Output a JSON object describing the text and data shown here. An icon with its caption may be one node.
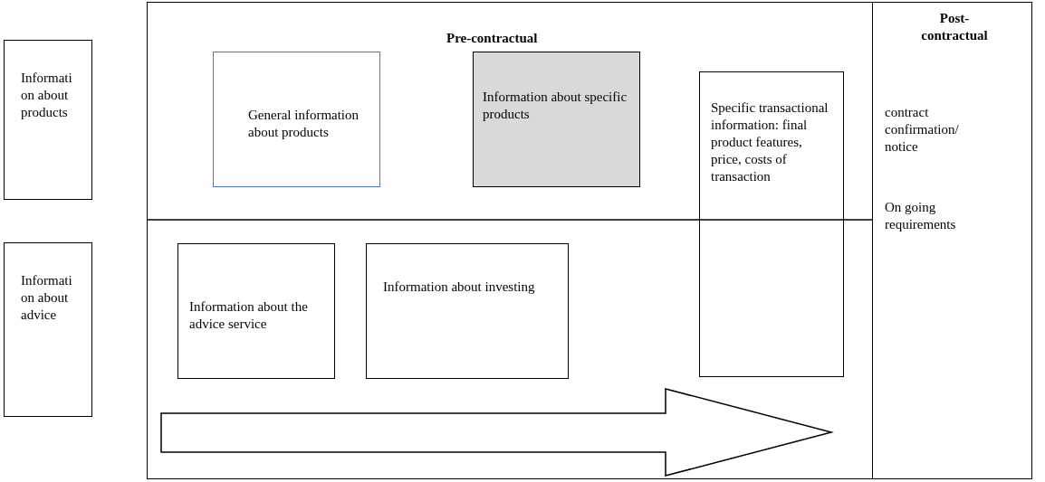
{
  "diagram": {
    "nodes": [
      {
        "text": [
          "Informati on about products"
        ]
      },
      {
        "text": [
          "Informati on about advice"
        ]
      },
      {
        "text": [
          "Pre-contractual"
        ]
      },
      {
        "text": [
          "General information about products"
        ],
        "in": 2
      },
      {
        "text": [
          "Information about specific products"
        ],
        "in": 2
      },
      {
        "text": [
          "Specific transactional information: final product features, price, costs of transaction"
        ],
        "in": 2
      },
      {
        "text": [
          "Information about the advice service"
        ],
        "in": 2
      },
      {
        "text": [
          "Information about investing"
        ],
        "in": 2
      },
      {
        "text": [
          "Post-contractual",
          "contract confirmation/ notice",
          "On going requirements"
        ]
      }
    ]
  }
}
